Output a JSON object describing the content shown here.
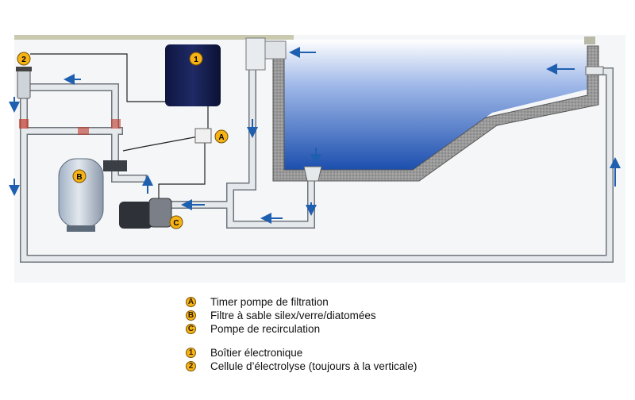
{
  "markers": {
    "A": "A",
    "B": "B",
    "C": "C",
    "one": "1",
    "two": "2"
  },
  "legend": {
    "letters": [
      {
        "marker": "A",
        "text": "Timer pompe de filtration"
      },
      {
        "marker": "B",
        "text": "Filtre à sable silex/verre/diatomées"
      },
      {
        "marker": "C",
        "text": "Pompe de recirculation"
      }
    ],
    "numbers": [
      {
        "marker": "1",
        "text": "Boîtier électronique"
      },
      {
        "marker": "2",
        "text": "Cellule d’électrolyse (toujours à la verticale)"
      }
    ]
  },
  "colors": {
    "marker_fill": "#f5b316",
    "arrow_blue": "#1f5fb0",
    "water_top": "#1c4fae",
    "water_bottom": "#ffffff",
    "pipe": "#d9dde2",
    "pipe_outline": "#7d838a"
  }
}
